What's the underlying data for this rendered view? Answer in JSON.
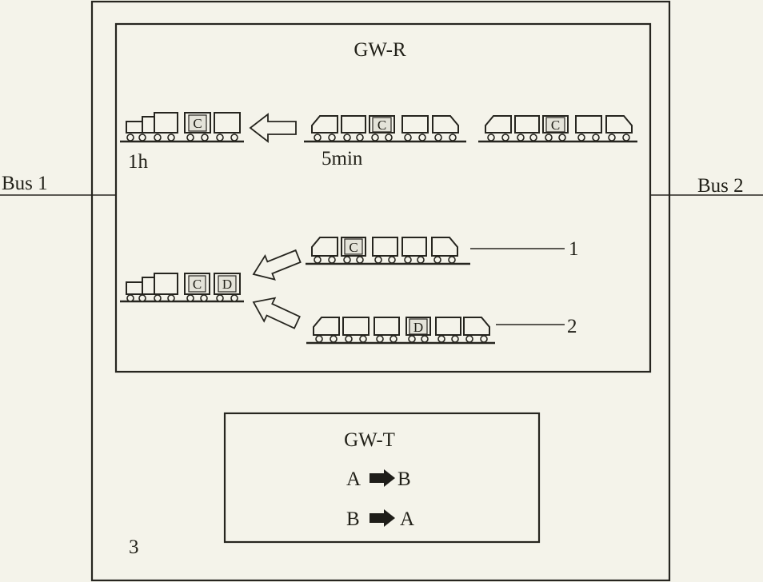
{
  "gw_r": {
    "title": "GW-R",
    "upper_row": {
      "output": {
        "period": "1h",
        "cars": [
          "C"
        ]
      },
      "inputs": [
        {
          "period": "5min",
          "car": "C"
        },
        {
          "car": "C"
        }
      ]
    },
    "lower_row": {
      "output": {
        "cars": [
          "C",
          "D"
        ]
      },
      "inputs": [
        {
          "ref": "1",
          "car": "C"
        },
        {
          "ref": "2",
          "car": "D"
        }
      ]
    }
  },
  "gw_t": {
    "title": "GW-T",
    "rules": [
      {
        "from": "A",
        "to": "B"
      },
      {
        "from": "B",
        "to": "A"
      }
    ]
  },
  "buses": {
    "left": "Bus 1",
    "right": "Bus 2"
  },
  "device_ref": "3",
  "colors": {
    "background": "#f4f3ea",
    "line": "#26251f"
  }
}
